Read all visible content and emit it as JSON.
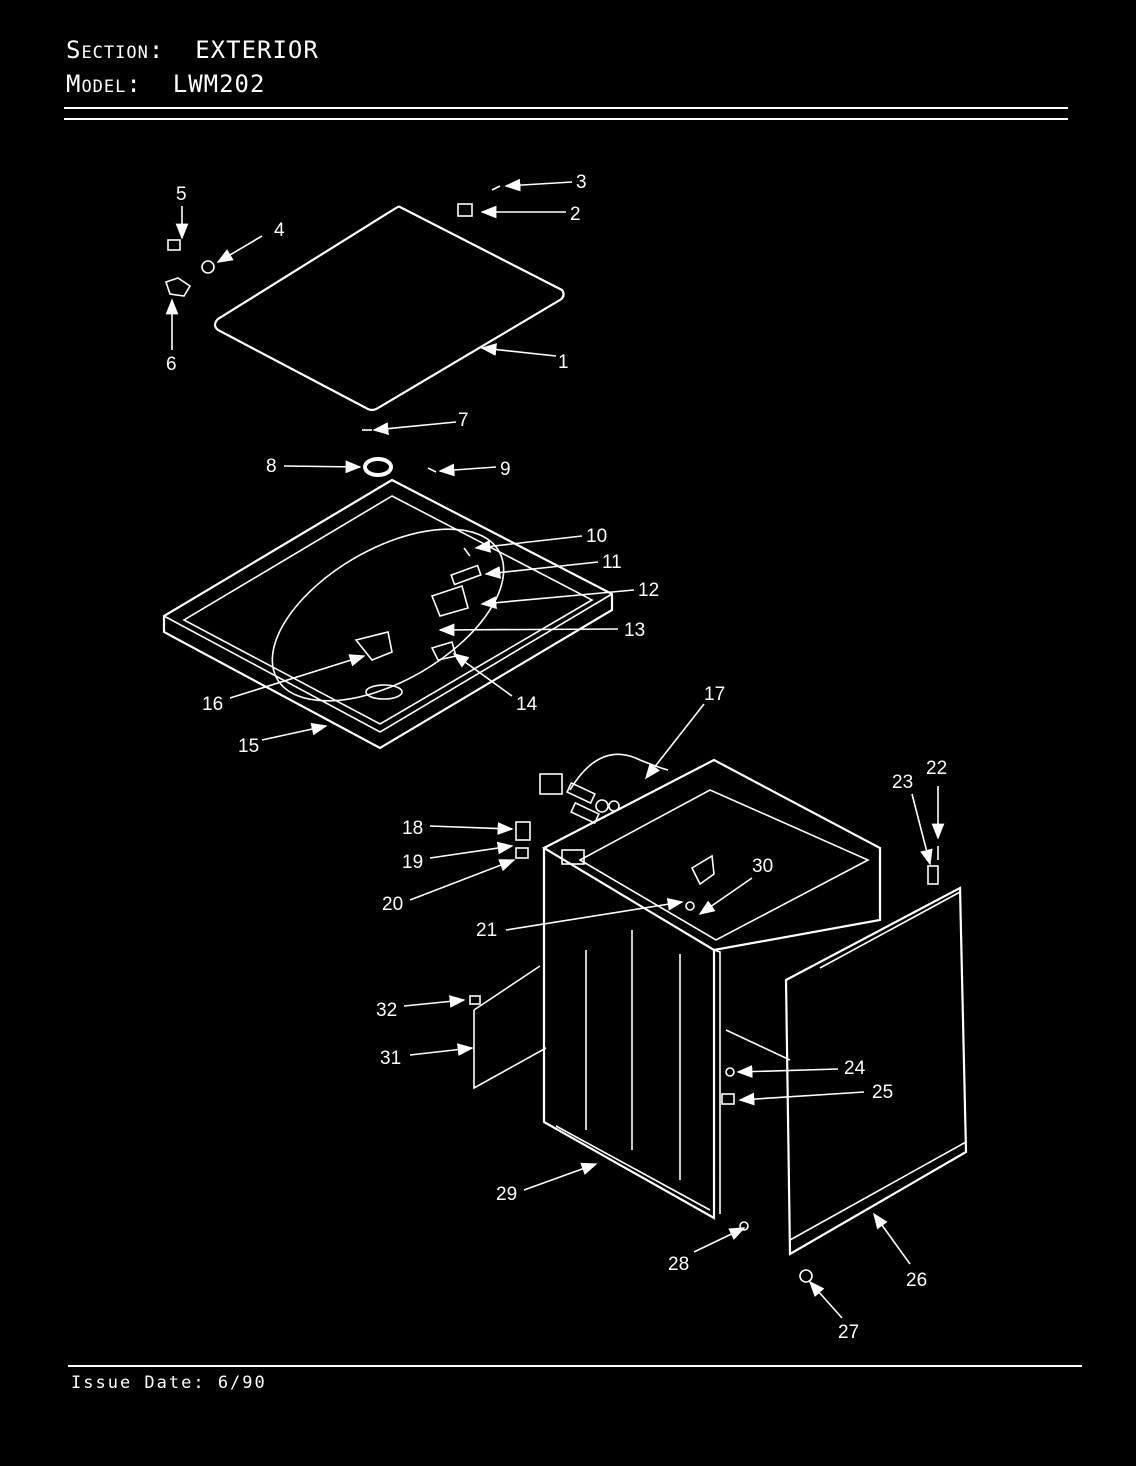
{
  "header": {
    "section_key": "Section:",
    "section_value": "EXTERIOR",
    "model_key": "Model:",
    "model_value": "LWM202"
  },
  "footer": {
    "issue_date": "Issue Date: 6/90"
  },
  "callouts": [
    "1",
    "2",
    "3",
    "4",
    "5",
    "6",
    "7",
    "8",
    "9",
    "10",
    "11",
    "12",
    "13",
    "14",
    "15",
    "16",
    "17",
    "18",
    "19",
    "20",
    "21",
    "22",
    "23",
    "24",
    "25",
    "26",
    "27",
    "28",
    "29",
    "30",
    "31",
    "32"
  ]
}
